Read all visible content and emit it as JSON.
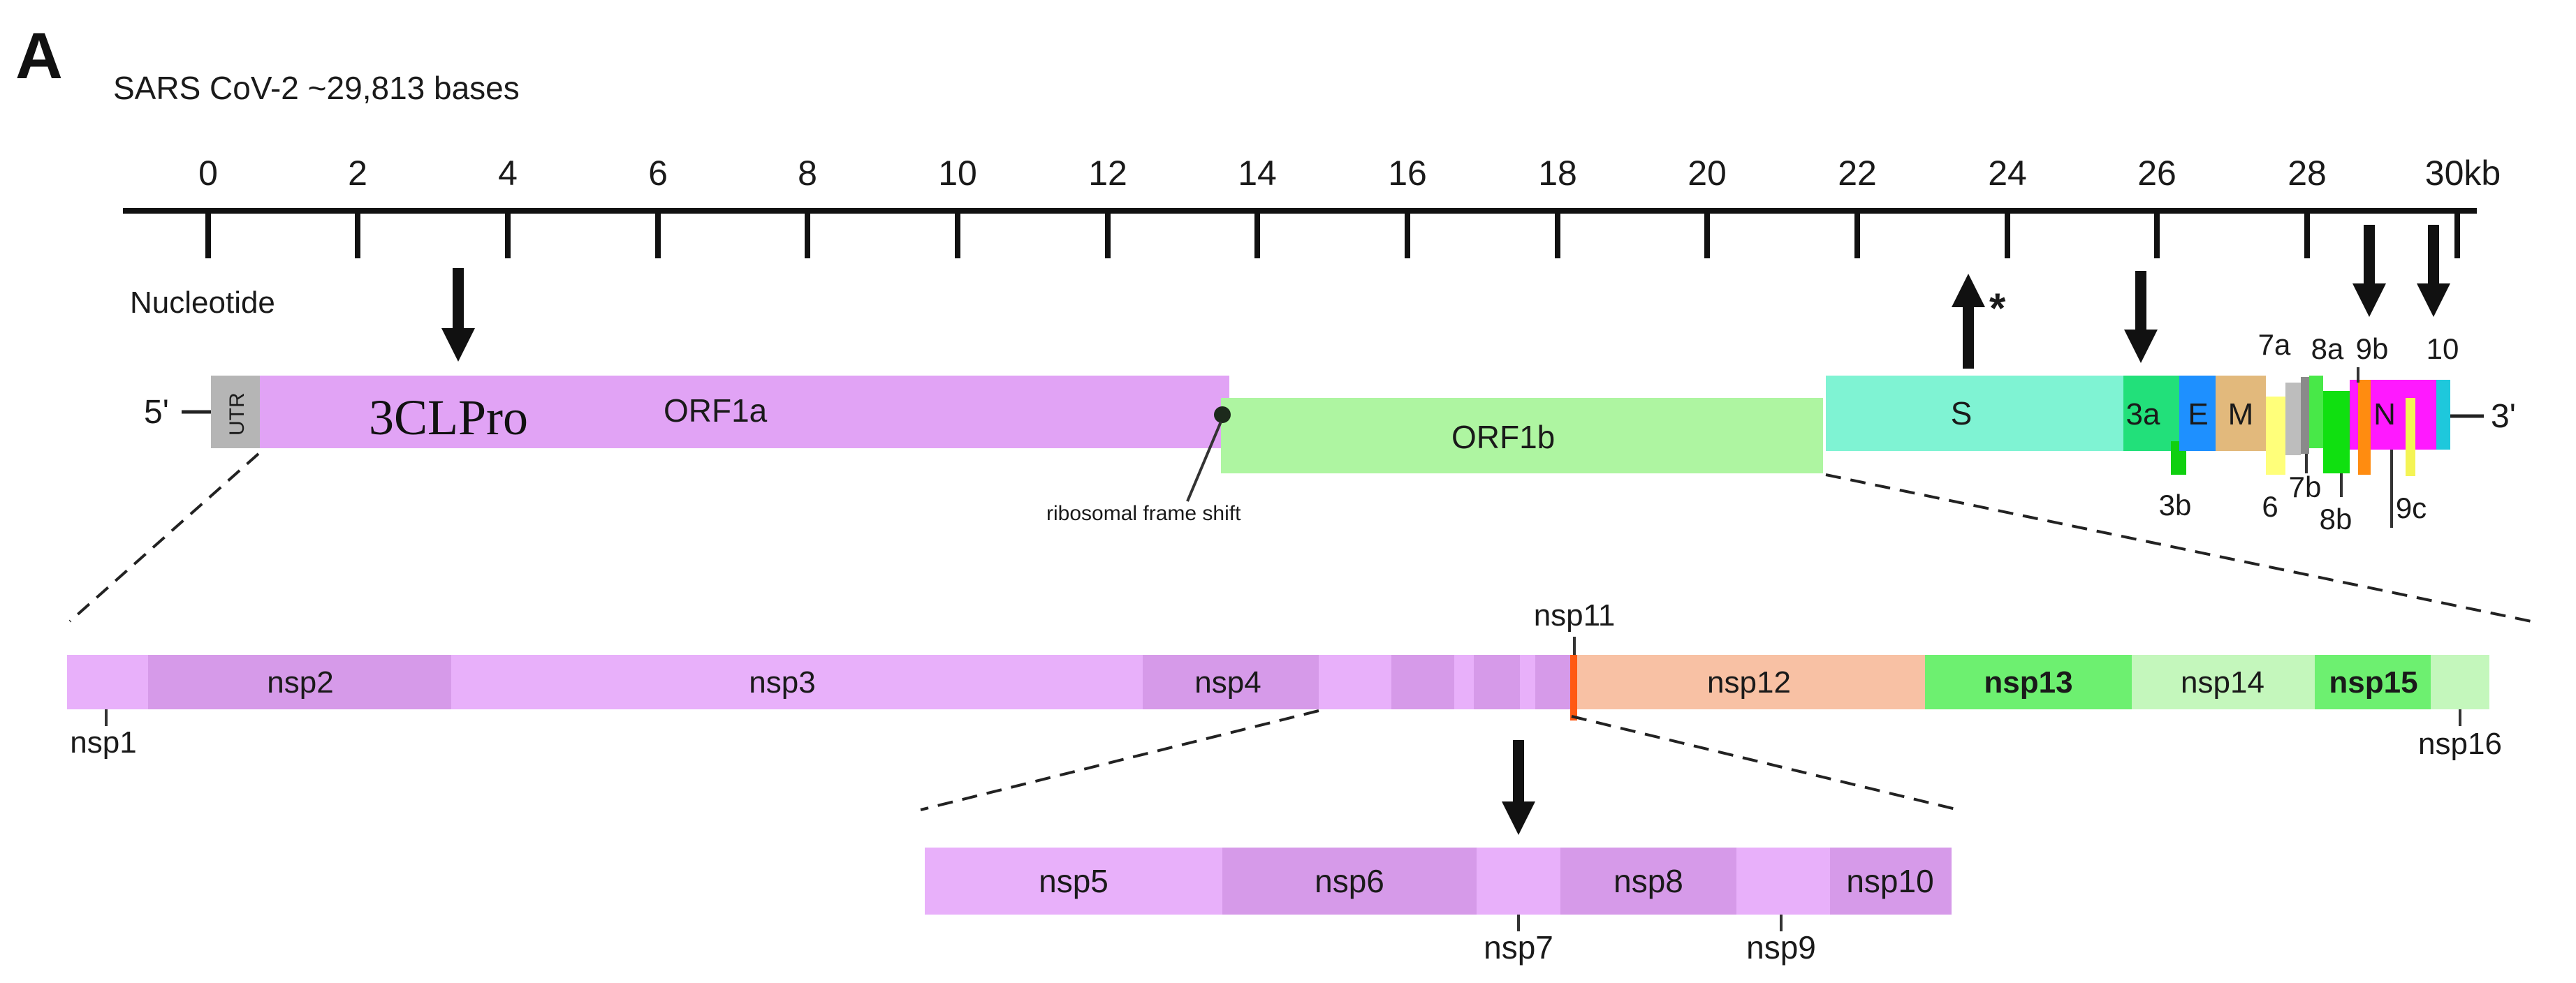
{
  "panel_letter": "A",
  "genome_title": "SARS CoV-2  ~29,813 bases",
  "axis": {
    "ticks": [
      "0",
      "2",
      "4",
      "6",
      "8",
      "10",
      "12",
      "14",
      "16",
      "18",
      "20",
      "22",
      "24",
      "26",
      "28",
      "30kb"
    ],
    "track_label": "Nucleotide"
  },
  "genome": {
    "five_prime": "5'",
    "three_prime": "3'",
    "utr": "UTR",
    "orf1a": "ORF1a",
    "orf1b": "ORF1b",
    "protease": "3CLPro",
    "frame_shift": "ribosomal frame shift",
    "genes": {
      "s": "S",
      "g3a": "3a",
      "g3b": "3b",
      "e": "E",
      "m": "M",
      "g6": "6",
      "g7a": "7a",
      "g7b": "7b",
      "g8a": "8a",
      "g8b": "8b",
      "g9b": "9b",
      "g9c": "9c",
      "n": "N",
      "g10": "10"
    },
    "star": "*"
  },
  "nsp_row1": {
    "nsp1": "nsp1",
    "nsp2": "nsp2",
    "nsp3": "nsp3",
    "nsp4": "nsp4",
    "nsp11": "nsp11",
    "nsp12": "nsp12",
    "nsp13": "nsp13",
    "nsp14": "nsp14",
    "nsp15": "nsp15",
    "nsp16": "nsp16"
  },
  "nsp_row2": {
    "nsp5": "nsp5",
    "nsp6": "nsp6",
    "nsp7": "nsp7",
    "nsp8": "nsp8",
    "nsp9": "nsp9",
    "nsp10": "nsp10"
  },
  "colors": {
    "orf1a": "#e1a3f5",
    "orf1b": "#aef5a1",
    "utr": "#b5b5b5",
    "spike": "#7ff3d3",
    "nsp_light": "#e8b0fa",
    "nsp_dark": "#d69ae9",
    "nsp12": "#f8c1a4",
    "nsp13": "#6df070",
    "nsp14": "#c4f7bc",
    "nsp11": "#ff5a14"
  }
}
